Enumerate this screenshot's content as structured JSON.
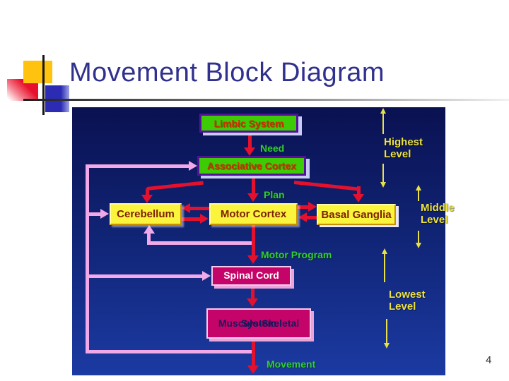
{
  "page": {
    "title": "Movement Block Diagram",
    "page_number": "4"
  },
  "diagram": {
    "boxes": {
      "limbic": "Limbic System",
      "associative": "Associative Cortex",
      "cerebellum": "Cerebellum",
      "motor_cortex": "Motor Cortex",
      "basal_ganglia": "Basal Ganglia",
      "spinal_cord": "Spinal Cord",
      "musculo_line1": "Musculo-Skeletal",
      "musculo_line2": "System"
    },
    "labels": {
      "need": "Need",
      "plan": "Plan",
      "motor_program": "Motor Program",
      "movement": "Movement"
    },
    "levels": {
      "highest_line1": "Highest",
      "highest_line2": "Level",
      "middle_line1": "Middle",
      "middle_line2": "Level",
      "lowest_line1": "Lowest",
      "lowest_line2": "Level"
    },
    "colors": {
      "background_top": "#0A1151",
      "background_mid": "#102373",
      "background_bottom": "#1B3AA2",
      "green_box": "#3DCB05",
      "green_box_border": "#55109B",
      "green_box_text": "#CE2B00",
      "box_shadow_lavender": "#C9CBF2",
      "yellow_box": "#FAF43C",
      "yellow_box_text": "#7C2004",
      "magenta_box": "#C40468",
      "magenta_box_border": "#F6C9EC",
      "magenta_shadow": "#ECA3D9",
      "red_arrow": "#E3112E",
      "pink_arrow": "#F2A9EA",
      "yellow_arrow": "#E8E04A",
      "green_label": "#33CC33",
      "yellow_label": "#EDE23E",
      "title_color": "#30308F",
      "page_number_color": "#333333"
    }
  }
}
